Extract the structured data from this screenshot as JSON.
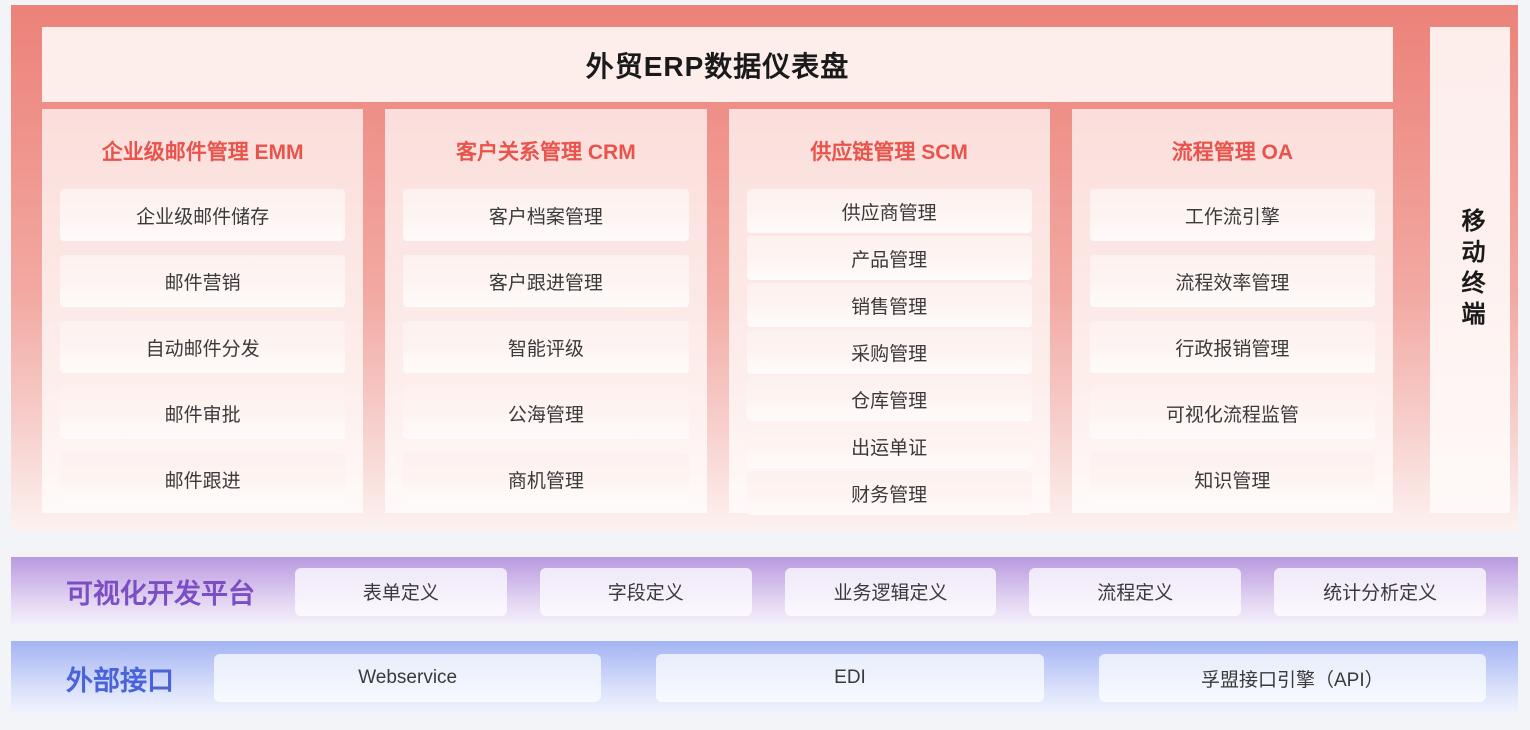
{
  "erp": {
    "title": "外贸ERP数据仪表盘",
    "mobile_terminal_label": "移动终端",
    "accent_red": "#e8544b",
    "columns": [
      {
        "header": "企业级邮件管理 EMM",
        "spacing": "wide",
        "items": [
          "企业级邮件储存",
          "邮件营销",
          "自动邮件分发",
          "邮件审批",
          "邮件跟进"
        ]
      },
      {
        "header": "客户关系管理 CRM",
        "spacing": "wide",
        "items": [
          "客户档案管理",
          "客户跟进管理",
          "智能评级",
          "公海管理",
          "商机管理"
        ]
      },
      {
        "header": "供应链管理 SCM",
        "spacing": "tight",
        "items": [
          "供应商管理",
          "产品管理",
          "销售管理",
          "采购管理",
          "仓库管理",
          "出运单证",
          "财务管理"
        ]
      },
      {
        "header": "流程管理 OA",
        "spacing": "wide",
        "items": [
          "工作流引擎",
          "流程效率管理",
          "行政报销管理",
          "可视化流程监管",
          "知识管理"
        ]
      }
    ]
  },
  "dev_platform": {
    "label": "可视化开发平台",
    "accent": "#7c4ec4",
    "chips": [
      "表单定义",
      "字段定义",
      "业务逻辑定义",
      "流程定义",
      "统计分析定义"
    ]
  },
  "external_api": {
    "label": "外部接口",
    "accent": "#4a63d8",
    "chips": [
      "Webservice",
      "EDI",
      "孚盟接口引擎（API）"
    ]
  }
}
